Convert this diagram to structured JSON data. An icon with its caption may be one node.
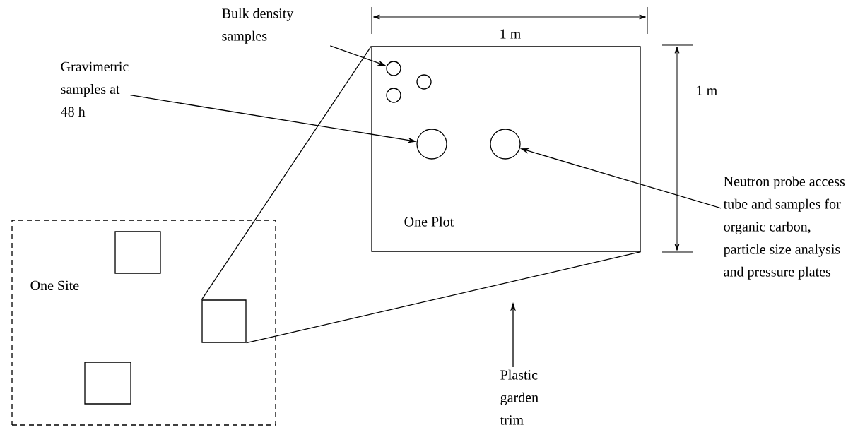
{
  "diagram": {
    "nodes": [
      {
        "text": [
          "One Site"
        ]
      },
      {
        "text": [],
        "shape": "box",
        "in": 0
      },
      {
        "text": [],
        "shape": "box",
        "in": 0
      },
      {
        "text": [],
        "shape": "box",
        "in": 0
      },
      {
        "text": [
          "One Plot"
        ]
      },
      {
        "text": [],
        "shape": "circle",
        "in": 4
      },
      {
        "text": [],
        "shape": "circle",
        "in": 4
      },
      {
        "text": [],
        "shape": "circle",
        "in": 4
      },
      {
        "text": [],
        "shape": "circle",
        "in": 4
      },
      {
        "text": [],
        "shape": "circle",
        "in": 4
      },
      {
        "text": [
          "Bulk density samples"
        ]
      },
      {
        "text": [
          "Gravimetric samples at 48 h"
        ]
      },
      {
        "text": [
          "Neutron probe access tube and samples for organic carbon, particle size analysis and pressure plates"
        ]
      },
      {
        "text": [
          "Plastic garden trim"
        ]
      }
    ],
    "edges": [
      {
        "from": 10,
        "to": 5,
        "arrow": "to"
      },
      {
        "from": 11,
        "to": 8,
        "arrow": "to"
      },
      {
        "from": 12,
        "to": 9,
        "arrow": "to"
      },
      {
        "from": 13,
        "to": null,
        "arrow": "to"
      },
      {
        "from": 2,
        "to": 4,
        "arrow": "none"
      },
      {
        "from": 2,
        "to": 4,
        "arrow": "none"
      }
    ],
    "labels": [
      "1 m",
      "1 m"
    ]
  }
}
